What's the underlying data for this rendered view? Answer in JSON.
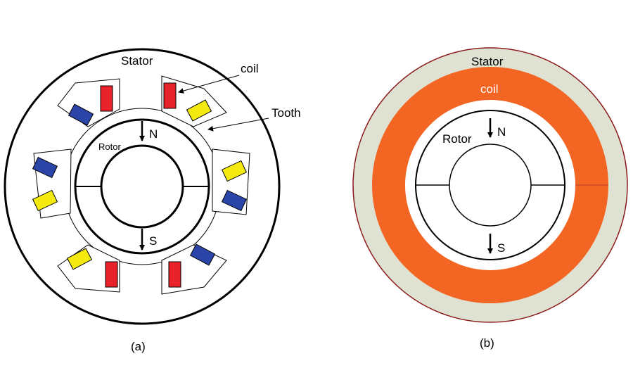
{
  "figure_a": {
    "caption": "(a)",
    "labels": {
      "stator": "Stator",
      "coil": "coil",
      "tooth": "Tooth",
      "rotor": "Rotor",
      "north": "N",
      "south": "S"
    }
  },
  "figure_b": {
    "caption": "(b)",
    "labels": {
      "stator": "Stator",
      "coil": "coil",
      "rotor": "Rotor",
      "north": "N",
      "south": "S"
    }
  },
  "colors": {
    "coil_red": "#e8222b",
    "coil_blue": "#2a44a8",
    "coil_yellow": "#f5ea10",
    "coil_ring": "#f26522",
    "stator_ring": "#dfe2d2",
    "stator_border": "#8b1a1a"
  }
}
